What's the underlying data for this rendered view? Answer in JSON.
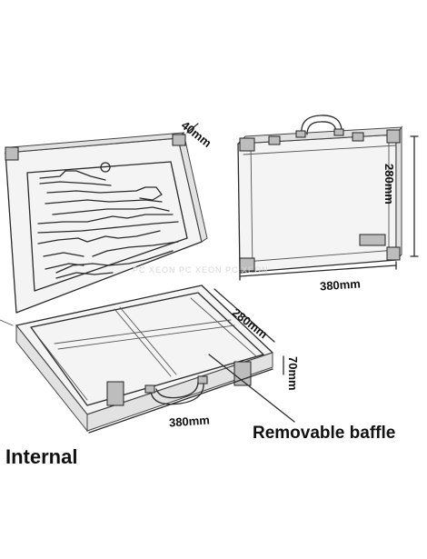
{
  "dimensions": {
    "lid_depth": "40mm",
    "width_top": "380mm",
    "height_side": "280mm",
    "depth_inner": "280mm",
    "height_inner": "70mm",
    "width_bottom": "380mm"
  },
  "labels": {
    "removable_baffle": "Removable baffle",
    "internal": "Internal"
  },
  "watermark": "PC XEON PC XEON PC XEON"
}
